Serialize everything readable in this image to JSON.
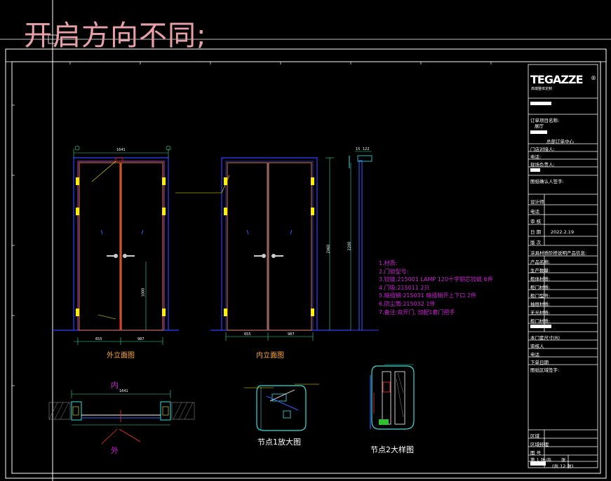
{
  "banner": "开启方向不同;",
  "titleblock": {
    "logo": "TEGAZZE",
    "logo_sub": "高端整体定制",
    "order_label": "订单项目名称:",
    "order_value": "展厅",
    "center": "总部订单中心",
    "store_label": "门店对接人:",
    "phone_label": "电话:",
    "manager_label": "现场负责人:",
    "confirm_label": "图纸确认人签字:",
    "designer": "设计师",
    "tel": "电话",
    "review": "审  核",
    "date_label": "日  期",
    "date_value": "2022.2.19",
    "version": "版  次",
    "product_info": "涂具材质阶搭说明产品信息:",
    "fields": [
      "产品名称:",
      "生产数量:",
      "柜体材质:",
      "柜门材质:",
      "柜门型号:",
      "抽屉材质:",
      "无光材质:",
      "柜门材质:"
    ],
    "quote_label": "本门套尺寸(R)",
    "reviewer": "审核人",
    "tel2": "电话",
    "order_date": "下单日期",
    "confirm2": "图纸区域签字:",
    "area": "区域",
    "area_manager": "区域经理",
    "drawing_no": "图  号",
    "page_label": "第 1 张/共",
    "page_value": "张",
    "total": "(共 12 张)"
  },
  "views": {
    "outer_title": "外立面图",
    "inner_title": "内立面图",
    "node1_title": "节点1放大图",
    "node2_title": "节点2大样图",
    "plan_inner": "内",
    "plan_outer": "外"
  },
  "dims": {
    "outer_width": "1641",
    "outer_left": "655",
    "outer_right": "987",
    "inner_left": "655",
    "inner_right": "987",
    "height": "2460",
    "height2": "2200",
    "handle_h": "1000",
    "top_a": "15",
    "top_b": "122",
    "plan_width": "1641"
  },
  "notes": [
    "1.材质:",
    "2.门锁型号:",
    "3.铰链:215001 LAMP 120十字铜芯铰链 6件",
    "4.门吸:215011   2只",
    "5.暗插销:215031 暗插销开上下口 2件",
    "6.防尘筒:215032 1件",
    "7.备注:双开门, 加配1套门把手"
  ],
  "colors": {
    "frame": "#ffffff",
    "door": "#e07830",
    "jamb": "#b040e0",
    "hinge": "#ffee00",
    "dim": "#30e0a0",
    "node": "#30e0e0",
    "ann": "#ffee00",
    "notes": "#d020d8",
    "banner": "#e8a0a8"
  }
}
